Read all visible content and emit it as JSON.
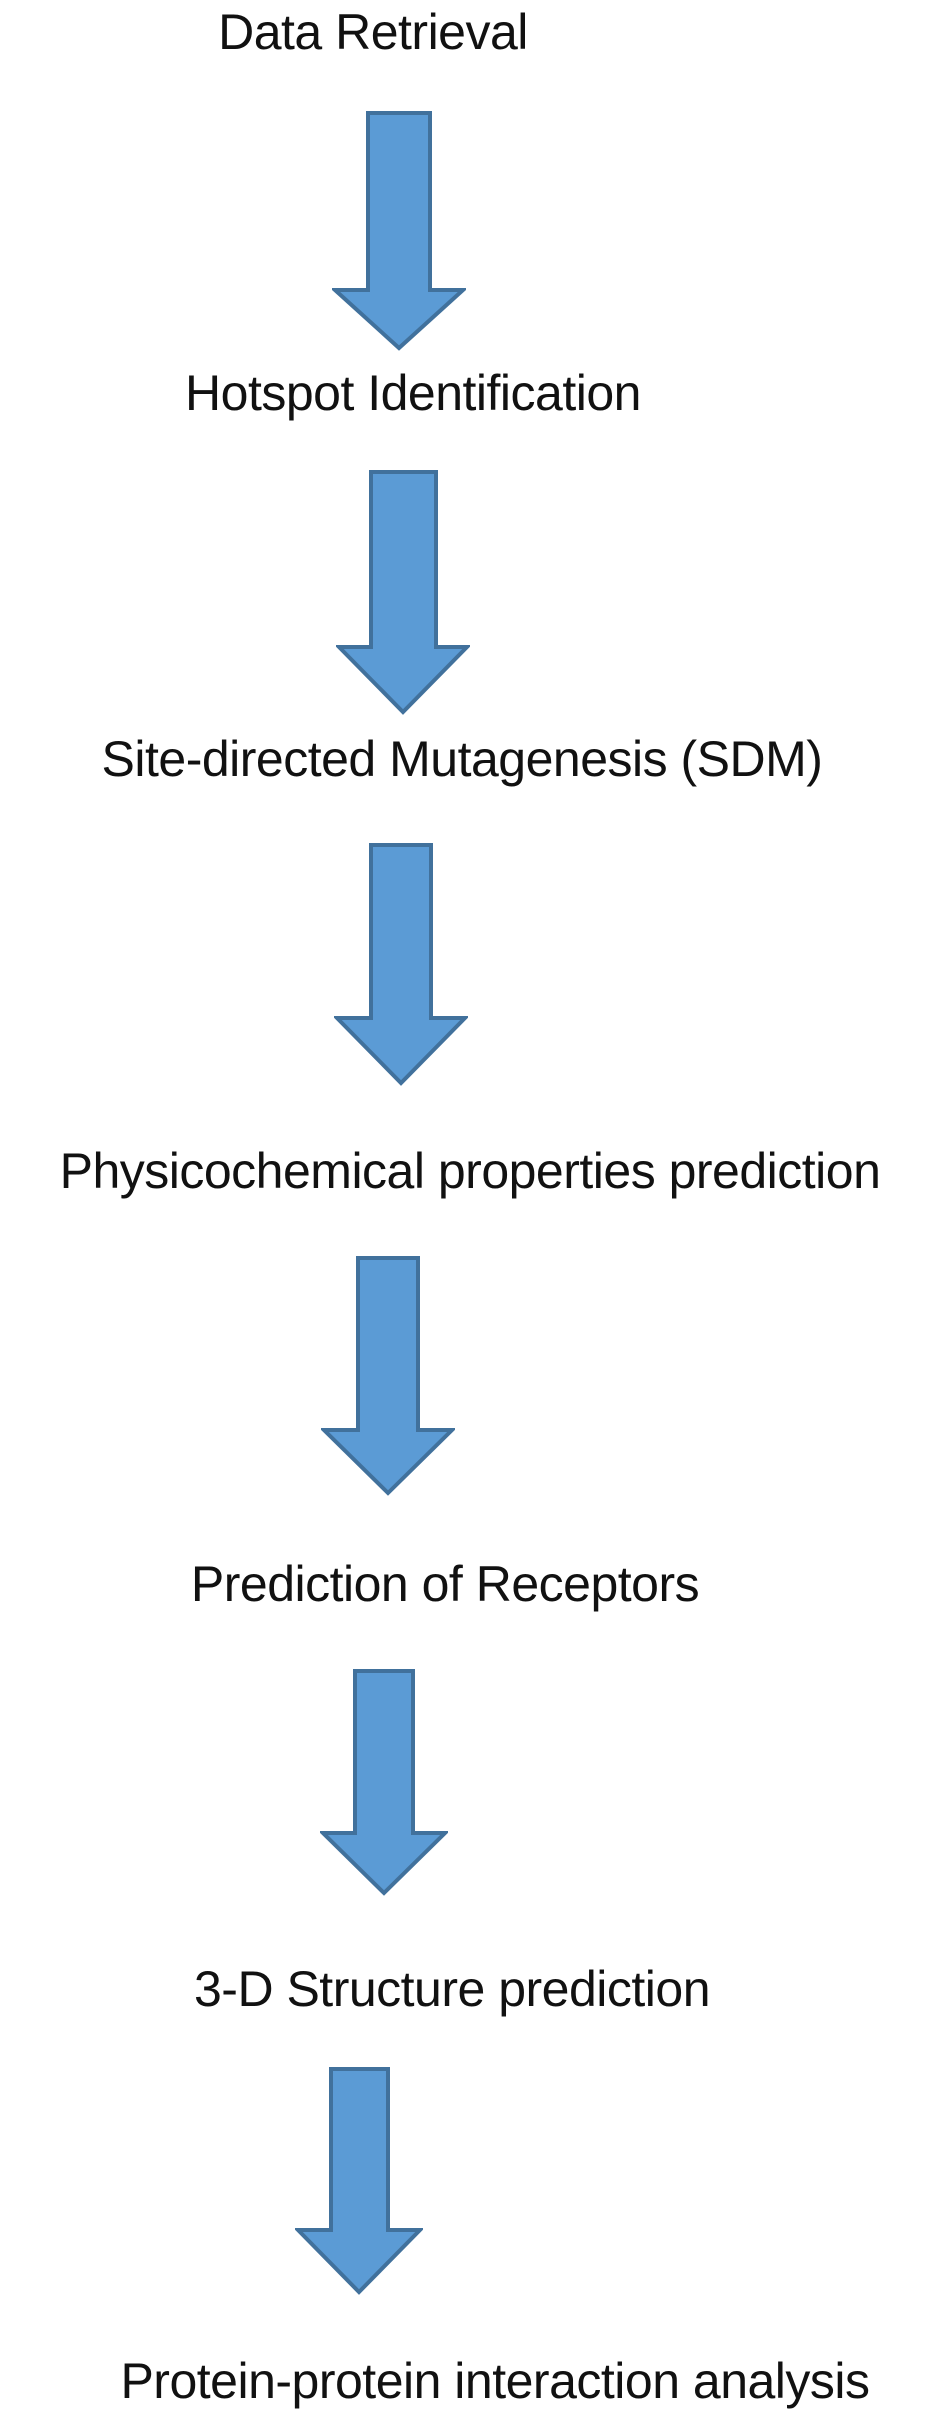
{
  "figure": {
    "type": "flowchart",
    "direction": "top-down",
    "background_color": "#ffffff",
    "arrow": {
      "shape": "down-arrow",
      "fill_color": "#5B9BD5",
      "stroke_color": "#41719C",
      "count": 6
    },
    "steps": [
      {
        "label": "Data Retrieval"
      },
      {
        "label": "Hotspot Identification"
      },
      {
        "label": "Site-directed Mutagenesis (SDM)"
      },
      {
        "label": "Physicochemical properties prediction"
      },
      {
        "label": "Prediction of Receptors"
      },
      {
        "label": "3-D Structure prediction"
      },
      {
        "label": "Protein-protein interaction analysis"
      }
    ]
  }
}
